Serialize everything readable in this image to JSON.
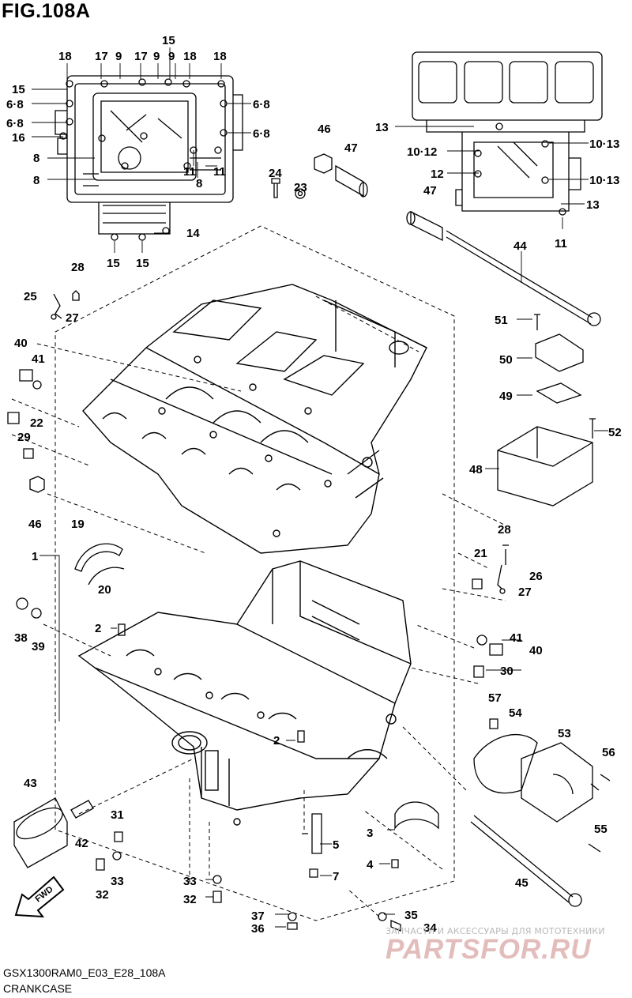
{
  "figure": {
    "title": "FIG.108A",
    "code": "GSX1300RAM0_E03_E28_108A",
    "name": "CRANKCASE",
    "fwd_label": "FWD"
  },
  "watermark": {
    "tagline": "ЗАПЧАСТИ И АКСЕССУАРЫ ДЛЯ МОТОТЕХНИКИ",
    "site": "PARTSFOR.RU"
  },
  "part_labels": [
    "18",
    "17",
    "9",
    "17",
    "9",
    "15",
    "9",
    "18",
    "18",
    "15",
    "6·8",
    "6·8",
    "16",
    "8",
    "8",
    "11",
    "8",
    "11",
    "14",
    "15",
    "15",
    "6·8",
    "6·8",
    "13",
    "10·12",
    "12",
    "10·13",
    "10·13",
    "13",
    "11",
    "46",
    "47",
    "24",
    "23",
    "47",
    "44",
    "28",
    "25",
    "27",
    "40",
    "41",
    "22",
    "29",
    "46",
    "51",
    "50",
    "49",
    "52",
    "48",
    "19",
    "20",
    "1",
    "28",
    "21",
    "26",
    "27",
    "38",
    "39",
    "2",
    "41",
    "40",
    "30",
    "43",
    "42",
    "31",
    "33",
    "32",
    "2",
    "57",
    "54",
    "53",
    "56",
    "55",
    "3",
    "4",
    "5",
    "7",
    "33",
    "32",
    "37",
    "36",
    "35",
    "34",
    "45"
  ]
}
